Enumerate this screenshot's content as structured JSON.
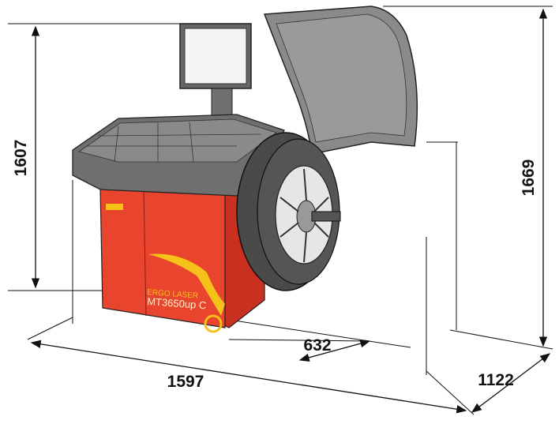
{
  "dimensions": {
    "height_machine": "1607",
    "height_hood_open": "1669",
    "width_total": "1597",
    "depth_body": "632",
    "depth_total": "1122"
  },
  "machine": {
    "brand_text": "ERGO LASER",
    "model_text": "MT3650up C"
  },
  "colors": {
    "body_red": "#e8442e",
    "body_side": "#c9301f",
    "plastic_gray": "#6f6f6f",
    "hood_gray": "#8a8a8a",
    "logo_yellow": "#f6c21a"
  }
}
